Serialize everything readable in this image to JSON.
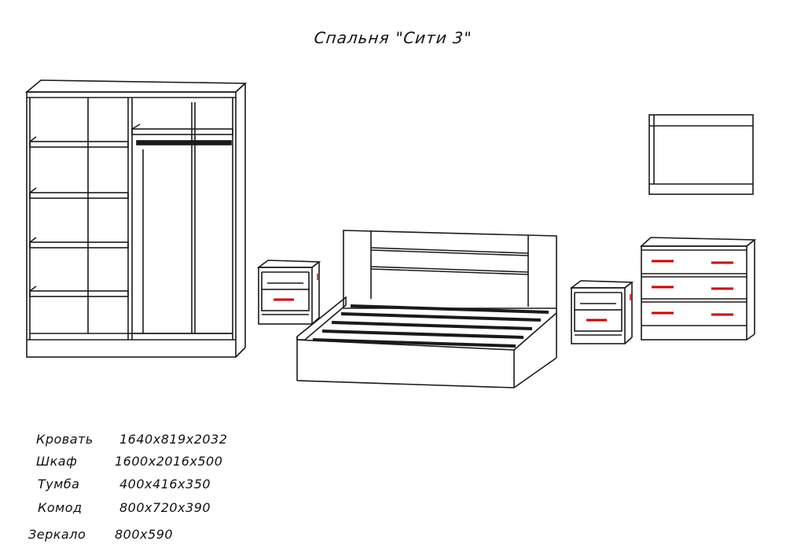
{
  "title": "Спальня \"Сити 3\"",
  "specs": [
    {
      "name": "Кровать",
      "dims": "1640x819x2032"
    },
    {
      "name": "Шкаф",
      "dims": "1600x2016x500"
    },
    {
      "name": "Тумба",
      "dims": "400x416x350"
    },
    {
      "name": "Комод",
      "dims": "800x720x390"
    },
    {
      "name": "Зеркало",
      "dims": "800x590"
    }
  ],
  "colors": {
    "line": "#1a1a1a",
    "handle": "#d40000"
  }
}
